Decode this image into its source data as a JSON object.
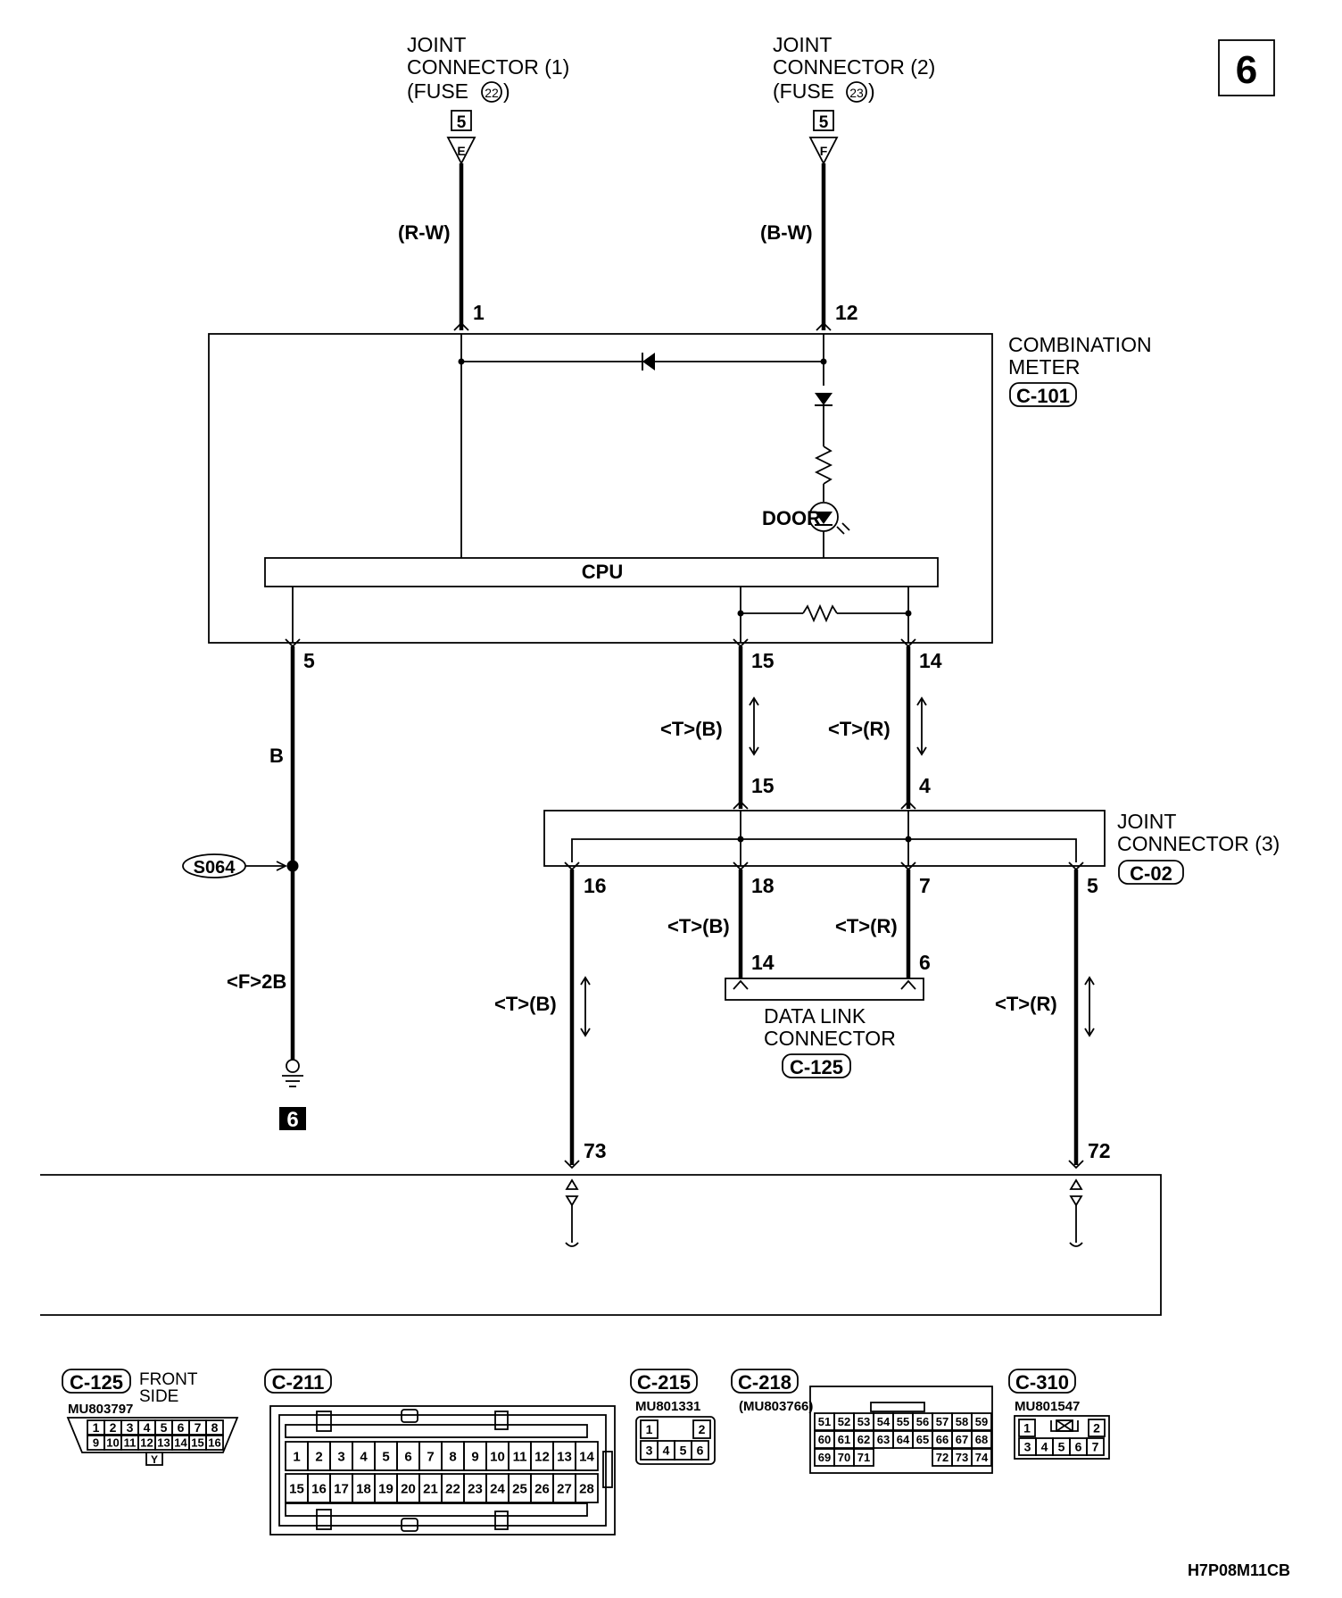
{
  "page_badge": "6",
  "diagram_code": "H7P08M11CB",
  "sources": {
    "jc1": {
      "line1": "JOINT",
      "line2": "CONNECTOR (1)",
      "fuse_text": "(FUSE",
      "fuse_num": "22",
      "close": ")",
      "box": "5",
      "tri": "E"
    },
    "jc2": {
      "line1": "JOINT",
      "line2": "CONNECTOR (2)",
      "fuse_text": "(FUSE",
      "fuse_num": "23",
      "close": ")",
      "box": "5",
      "tri": "F"
    }
  },
  "wires": {
    "rw": "(R-W)",
    "bw": "(B-W)",
    "b": "B",
    "f2b": "<F>2B",
    "tb1": "<T>(B)",
    "tr1": "<T>(R)",
    "tb2": "<T>(B)",
    "tr2": "<T>(R)",
    "tb3": "<T>(B)",
    "tr3": "<T>(R)"
  },
  "combination_meter": {
    "line1": "COMBINATION",
    "line2": "METER",
    "id": "C-101",
    "door": "DOOR",
    "cpu": "CPU"
  },
  "joint_connector_3": {
    "line1": "JOINT",
    "line2": "CONNECTOR (3)",
    "id": "C-02"
  },
  "data_link_connector": {
    "line1": "DATA LINK",
    "line2": "CONNECTOR",
    "id": "C-125"
  },
  "splice": "S064",
  "ground_label": "6",
  "pins": {
    "p1": "1",
    "p12": "12",
    "p5": "5",
    "p15a": "15",
    "p14a": "14",
    "p15b": "15",
    "p4": "4",
    "p16": "16",
    "p18": "18",
    "p7": "7",
    "p5b": "5",
    "p14b": "14",
    "p6": "6",
    "p73": "73",
    "p72": "72"
  },
  "connectors": {
    "c125": {
      "id": "C-125",
      "label1": "FRONT",
      "label2": "SIDE",
      "part": "MU803797",
      "row1": [
        "1",
        "2",
        "3",
        "4",
        "5",
        "6",
        "7",
        "8"
      ],
      "row2": [
        "9",
        "10",
        "11",
        "12",
        "13",
        "14",
        "15",
        "16"
      ],
      "key": "Y"
    },
    "c211": {
      "id": "C-211",
      "row1": [
        "1",
        "2",
        "3",
        "4",
        "5",
        "6",
        "7",
        "8",
        "9",
        "10",
        "11",
        "12",
        "13",
        "14"
      ],
      "row2": [
        "15",
        "16",
        "17",
        "18",
        "19",
        "20",
        "21",
        "22",
        "23",
        "24",
        "25",
        "26",
        "27",
        "28"
      ]
    },
    "c215": {
      "id": "C-215",
      "part": "MU801331",
      "row1": [
        "1",
        "2"
      ],
      "row2": [
        "3",
        "4",
        "5",
        "6"
      ]
    },
    "c218": {
      "id": "C-218",
      "part": "(MU803766)",
      "row1": [
        "51",
        "52",
        "53",
        "54",
        "55",
        "56",
        "57",
        "58",
        "59"
      ],
      "row2": [
        "60",
        "61",
        "62",
        "63",
        "64",
        "65",
        "66",
        "67",
        "68"
      ],
      "row3": [
        "69",
        "70",
        "71",
        "72",
        "73",
        "74"
      ]
    },
    "c310": {
      "id": "C-310",
      "part": "MU801547",
      "row1": [
        "1",
        "2"
      ],
      "row2": [
        "3",
        "4",
        "5",
        "6",
        "7"
      ]
    }
  }
}
